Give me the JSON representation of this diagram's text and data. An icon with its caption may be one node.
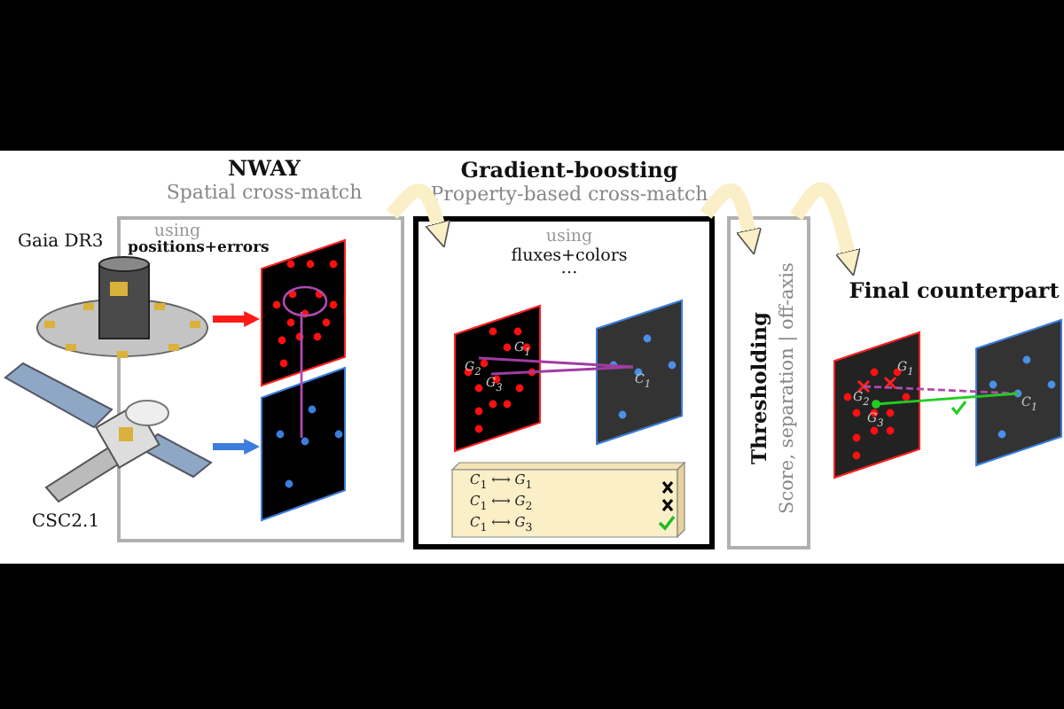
{
  "diagram": {
    "nodes": [
      {
        "text": [
          "NWAY",
          "Spatial cross-match",
          "using",
          "positions+errors"
        ]
      },
      {
        "text": [
          "Gradient-boosting",
          "Property-based cross-match",
          "using",
          "fluxes+colors",
          "…"
        ]
      },
      {
        "text": [
          "Thresholding",
          "Score, separation | off-axis"
        ]
      },
      {
        "text": [
          "Final counterpart"
        ]
      },
      {
        "text": [
          "Gaia DR3"
        ]
      },
      {
        "text": [
          "CSC2.1"
        ]
      },
      {
        "text": [],
        "shape": "box",
        "in": 0
      },
      {
        "text": [],
        "shape": "box",
        "in": 0
      },
      {
        "text": [],
        "shape": "box",
        "in": 1
      },
      {
        "text": [],
        "shape": "box",
        "in": 1
      },
      {
        "text": [
          "*C*$_{1}$ ⟷ *G*$_{1}$",
          "*C*$_{1}$ ⟷ *G*$_{2}$",
          "*C*$_{1}$ ⟷ *G*$_{3}$"
        ],
        "in": 1
      },
      {
        "text": [],
        "shape": "box",
        "in": 3
      },
      {
        "text": [],
        "shape": "box",
        "in": 3
      }
    ],
    "edges": [
      {
        "from": 4,
        "to": 6,
        "arrow": "to",
        "style": "thick",
        "color": "#ff1a1a"
      },
      {
        "from": 5,
        "to": 7,
        "arrow": "to",
        "style": "thick",
        "color": "#3b7ddd"
      },
      {
        "from": 6,
        "to": 7,
        "arrow": "none",
        "color": "#b04ab0"
      },
      {
        "from": 8,
        "to": 9,
        "arrow": "none",
        "color": "#a03ca0"
      },
      {
        "from": 8,
        "to": 9,
        "arrow": "none",
        "color": "#a03ca0"
      },
      {
        "from": 0,
        "to": 1,
        "arrow": "to",
        "style": "thick",
        "color": "#fbefc8"
      },
      {
        "from": 1,
        "to": 2,
        "arrow": "to",
        "style": "thick",
        "color": "#fbefc8"
      },
      {
        "from": 2,
        "to": 3,
        "arrow": "to",
        "style": "thick",
        "color": "#fbefc8"
      },
      {
        "from": 11,
        "to": 12,
        "arrow": "none",
        "style": "dashed",
        "color": "#b04ab0"
      },
      {
        "from": 11,
        "to": 12,
        "arrow": "none",
        "color": "#22cc22"
      }
    ],
    "labels": [
      "*G*$_{1}$",
      "*G*$_{2}$",
      "*G*$_{3}$",
      "*C*$_{1}$",
      "*G*$_{2}$",
      "*G*$_{1}$",
      "*G*$_{3}$",
      "*C*$_{1}$"
    ]
  }
}
